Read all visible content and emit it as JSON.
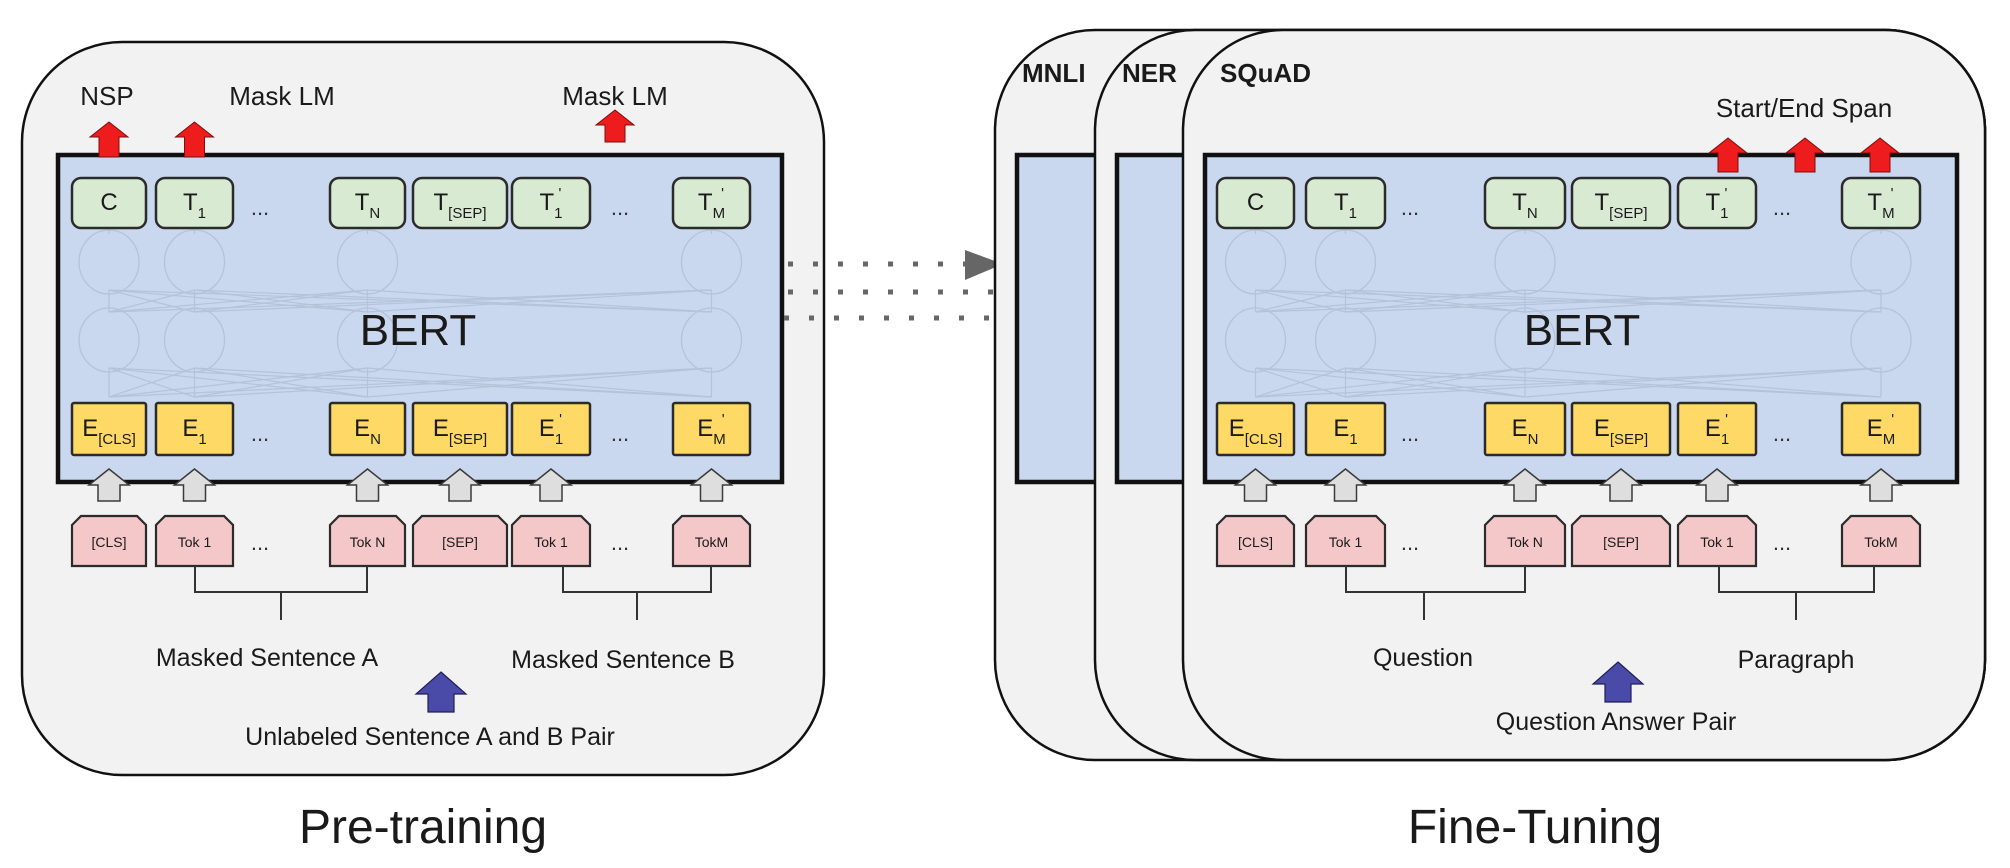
{
  "pretraining": {
    "title": "Pre-training",
    "bert_label": "BERT",
    "top_labels": [
      {
        "text": "NSP",
        "target_index": 0
      },
      {
        "text": "Mask LM",
        "target_index": 1
      },
      {
        "text": "Mask LM",
        "target_index": 5
      }
    ],
    "outputs": [
      {
        "main": "C",
        "sub": "",
        "prime": false
      },
      {
        "main": "T",
        "sub": "1",
        "prime": false
      },
      {
        "ellipsis": true
      },
      {
        "main": "T",
        "sub": "N",
        "prime": false
      },
      {
        "main": "T",
        "sub": "[SEP]",
        "prime": false
      },
      {
        "main": "T",
        "sub": "1",
        "prime": true
      },
      {
        "ellipsis": true
      },
      {
        "main": "T",
        "sub": "M",
        "prime": true
      }
    ],
    "embeddings": [
      {
        "main": "E",
        "sub": "[CLS]",
        "prime": false
      },
      {
        "main": "E",
        "sub": "1",
        "prime": false
      },
      {
        "ellipsis": true
      },
      {
        "main": "E",
        "sub": "N",
        "prime": false
      },
      {
        "main": "E",
        "sub": "[SEP]",
        "prime": false
      },
      {
        "main": "E",
        "sub": "1",
        "prime": true
      },
      {
        "ellipsis": true
      },
      {
        "main": "E",
        "sub": "M",
        "prime": true
      }
    ],
    "tokens": [
      "[CLS]",
      "Tok 1",
      "...",
      "Tok N",
      "[SEP]",
      "Tok 1",
      "...",
      "TokM"
    ],
    "segment_a_label": "Masked Sentence A",
    "segment_b_label": "Masked Sentence B",
    "input_label": "Unlabeled Sentence A and B Pair"
  },
  "finetuning": {
    "title": "Fine-Tuning",
    "bert_label": "BERT",
    "tasks": [
      "MNLI",
      "NER",
      "SQuAD"
    ],
    "output_label": "Start/End Span",
    "outputs": [
      {
        "main": "C",
        "sub": "",
        "prime": false
      },
      {
        "main": "T",
        "sub": "1",
        "prime": false
      },
      {
        "ellipsis": true
      },
      {
        "main": "T",
        "sub": "N",
        "prime": false
      },
      {
        "main": "T",
        "sub": "[SEP]",
        "prime": false
      },
      {
        "main": "T",
        "sub": "1",
        "prime": true
      },
      {
        "ellipsis": true
      },
      {
        "main": "T",
        "sub": "M",
        "prime": true
      }
    ],
    "embeddings": [
      {
        "main": "E",
        "sub": "[CLS]",
        "prime": false
      },
      {
        "main": "E",
        "sub": "1",
        "prime": false
      },
      {
        "ellipsis": true
      },
      {
        "main": "E",
        "sub": "N",
        "prime": false
      },
      {
        "main": "E",
        "sub": "[SEP]",
        "prime": false
      },
      {
        "main": "E",
        "sub": "1",
        "prime": true
      },
      {
        "ellipsis": true
      },
      {
        "main": "E",
        "sub": "M",
        "prime": true
      }
    ],
    "tokens": [
      "[CLS]",
      "Tok 1",
      "...",
      "Tok N",
      "[SEP]",
      "Tok 1",
      "...",
      "TokM"
    ],
    "segment_a_label": "Question",
    "segment_b_label": "Paragraph",
    "input_label": "Question Answer Pair"
  },
  "colors": {
    "panel_bg": "#f2f2f2",
    "bert_box": "#c9d8ef",
    "output_box": "#d9ead3",
    "embedding_box": "#ffd966",
    "token_box": "#f4c7c9",
    "output_arrow": "#ee1c1c",
    "input_arrow": "#4a4aa8",
    "embed_arrow": "#dedede"
  }
}
